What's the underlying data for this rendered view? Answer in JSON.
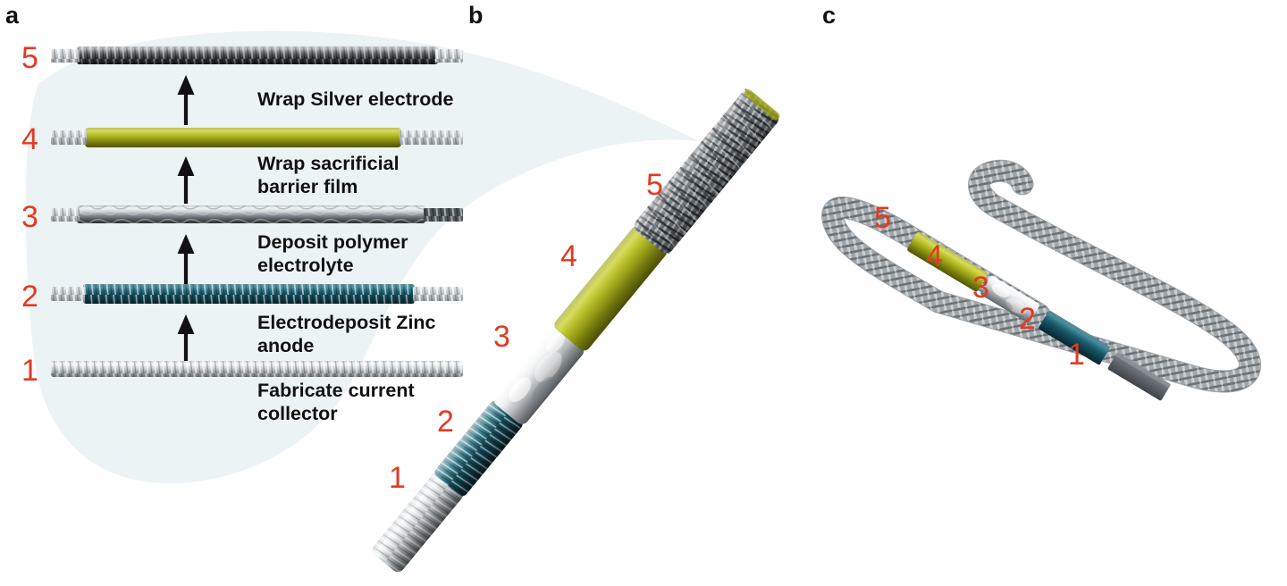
{
  "figure": {
    "background": "#ffffff",
    "blob_color": "#ecf3f5",
    "label_red": "#e23a22",
    "text_black": "#111111",
    "olive": "#b0b71c",
    "teal": "#14525e",
    "dark_gray": "#4a4d4f",
    "light_silver": "#c9cfd2"
  },
  "panels": {
    "a": {
      "letter": "a",
      "steps": [
        {
          "number": "5",
          "material": "silver-electrode-wrap"
        },
        {
          "number": "4",
          "material": "sacrificial-barrier-film"
        },
        {
          "number": "3",
          "material": "polymer-electrolyte"
        },
        {
          "number": "2",
          "material": "zinc-anode"
        },
        {
          "number": "1",
          "material": "current-collector"
        }
      ],
      "captions": [
        {
          "line1": "Wrap Silver electrode",
          "line2": ""
        },
        {
          "line1": "Wrap sacrificial",
          "line2": "barrier film"
        },
        {
          "line1": "Deposit polymer",
          "line2": "electrolyte"
        },
        {
          "line1": "Electrodeposit Zinc",
          "line2": "anode"
        },
        {
          "line1": "Fabricate current",
          "line2": "collector"
        }
      ]
    },
    "b": {
      "letter": "b",
      "labels": [
        {
          "number": "5",
          "segment": "silver-electrode"
        },
        {
          "number": "4",
          "segment": "barrier-film"
        },
        {
          "number": "3",
          "segment": "polymer-electrolyte"
        },
        {
          "number": "2",
          "segment": "zinc-anode"
        },
        {
          "number": "1",
          "segment": "current-collector"
        }
      ]
    },
    "c": {
      "letter": "c",
      "labels": [
        {
          "number": "5",
          "segment": "silver-electrode"
        },
        {
          "number": "4",
          "segment": "barrier-film"
        },
        {
          "number": "3",
          "segment": "polymer-electrolyte"
        },
        {
          "number": "2",
          "segment": "zinc-anode"
        },
        {
          "number": "1",
          "segment": "current-collector"
        }
      ]
    }
  }
}
